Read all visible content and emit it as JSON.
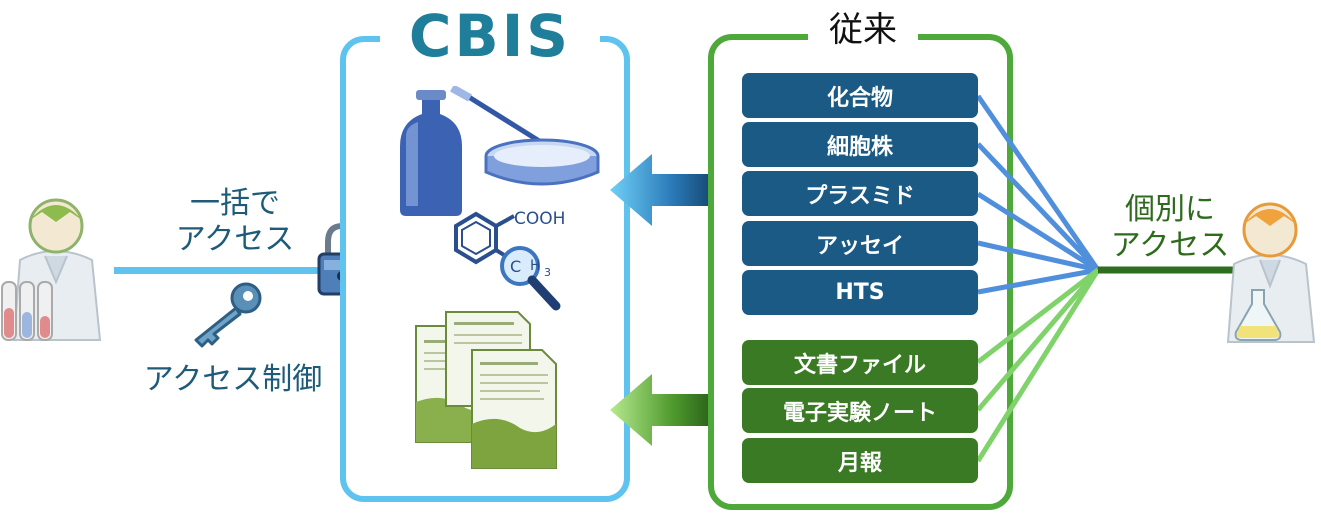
{
  "logo": {
    "text": "CBIS"
  },
  "legacy": {
    "title": "従来",
    "blue_items": [
      "化合物",
      "細胞株",
      "プラスミド",
      "アッセイ",
      "HTS"
    ],
    "green_items": [
      "文書ファイル",
      "電子実験ノート",
      "月報"
    ]
  },
  "left": {
    "bulk_access_line1": "一括で",
    "bulk_access_line2": "アクセス",
    "access_control": "アクセス制御"
  },
  "right": {
    "individual_access_line1": "個別に",
    "individual_access_line2": "アクセス"
  },
  "chemistry": {
    "cooh": "COOH",
    "ch3_c": "C",
    "ch3_h": "H",
    "ch3_sub": "3"
  },
  "colors": {
    "cbis_border": "#5ec3ee",
    "legacy_border": "#4ea93a",
    "blue_box": "#1a5a84",
    "green_box": "#3a7a24",
    "blue_line": "#4f8fdc",
    "green_line": "#7fd36a",
    "dark_green_line": "#2f6e1f"
  }
}
